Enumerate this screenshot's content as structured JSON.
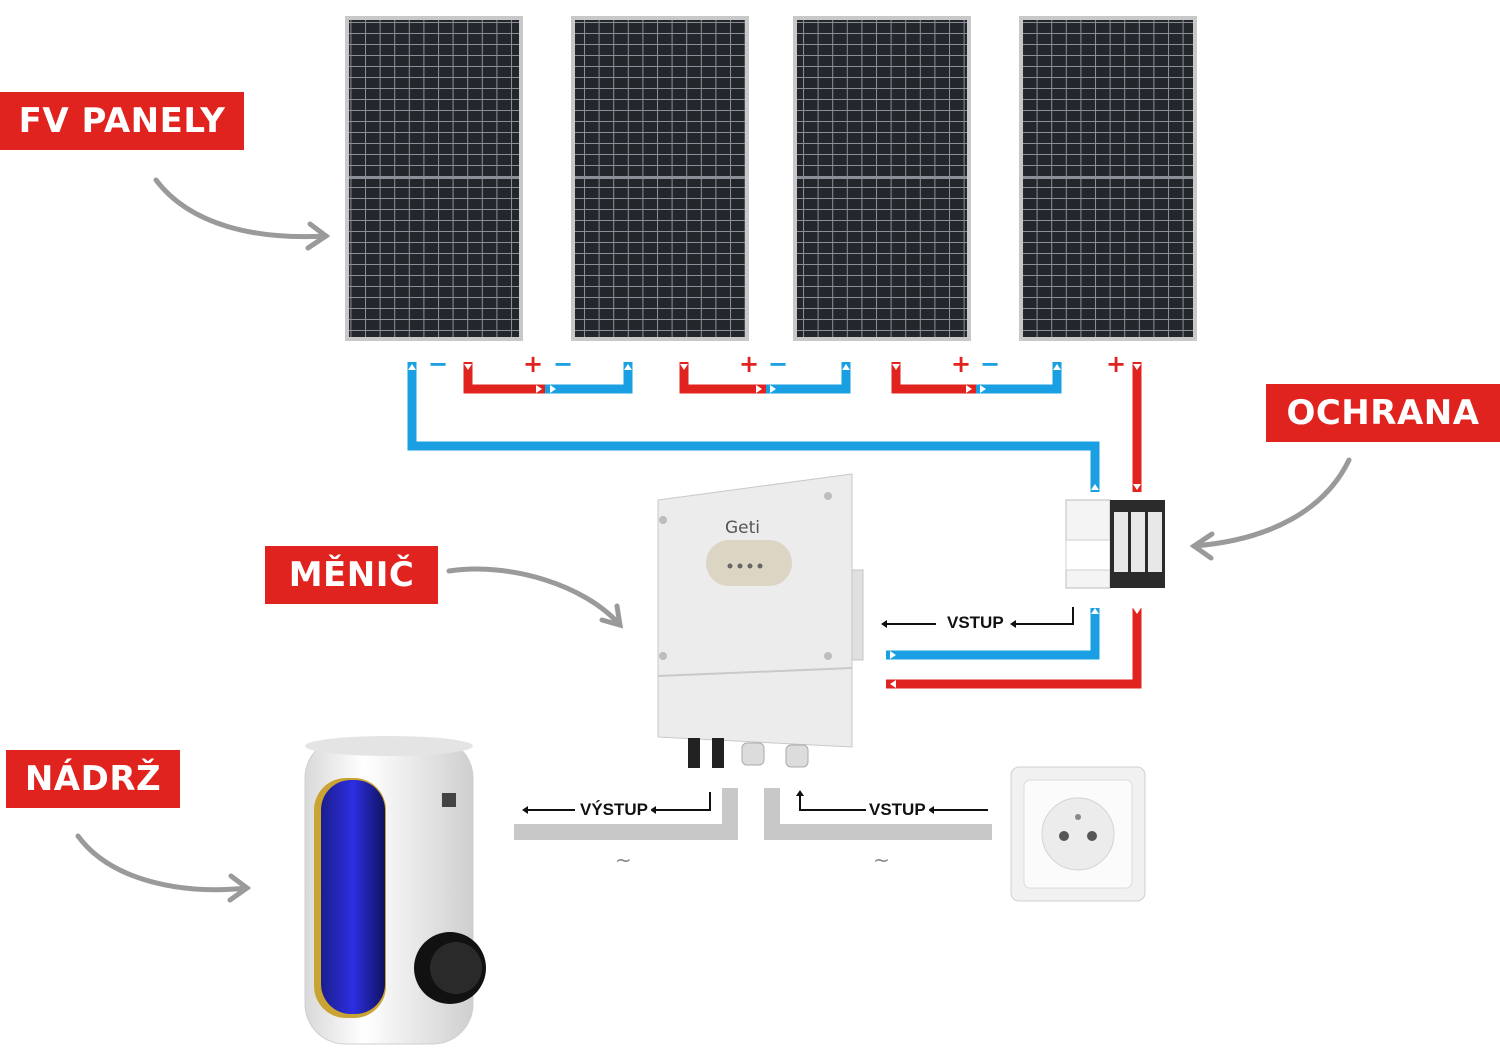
{
  "labels": {
    "panels": "FV PANELY",
    "protection": "OCHRANA",
    "inverter": "MĚNIČ",
    "tank": "NÁDRŽ"
  },
  "connections": {
    "input_dc": "VSTUP",
    "output_ac": "VÝSTUP",
    "input_ac": "VSTUP"
  },
  "inverter_brand": "Geti",
  "polarity": {
    "negative": "−",
    "positive": "+"
  },
  "ac_symbol": "~",
  "colors": {
    "label_bg": "#e0231f",
    "negative_wire": "#1aa0e2",
    "positive_wire": "#e0231f",
    "ac_wire": "#c8c8c8",
    "arrow": "#9a9a9a"
  },
  "icons": [
    "solar-panel-icon",
    "surge-protector-icon",
    "inverter-icon",
    "water-tank-icon",
    "power-socket-icon"
  ]
}
